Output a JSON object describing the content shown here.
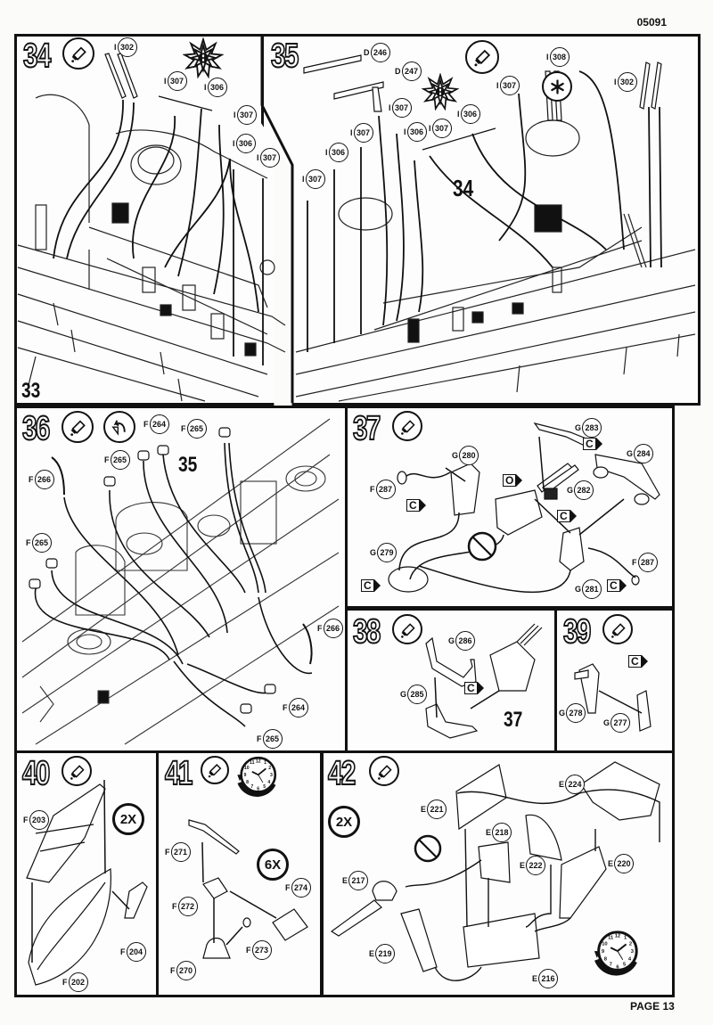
{
  "document": {
    "kit_code": "05091",
    "page_label": "PAGE 13"
  },
  "icons": {
    "glue": "glue-tube-icon",
    "no_glue": "no-glue-icon",
    "rotate": "rotate-arrow-icon",
    "clear_part": "clear-part-starburst-icon",
    "decal": "asterisk-icon",
    "clock": "drying-time-clock-icon"
  },
  "steps": [
    {
      "number": "34",
      "icons": [
        "glue"
      ],
      "callouts": [
        {
          "prefix": "I",
          "part": "302"
        },
        {
          "prefix": "I",
          "part": "307"
        },
        {
          "prefix": "I",
          "part": "306"
        },
        {
          "prefix": "I",
          "part": "307"
        },
        {
          "prefix": "I",
          "part": "306"
        },
        {
          "prefix": "I",
          "part": "307"
        }
      ],
      "reference": "33"
    },
    {
      "number": "35",
      "icons": [
        "glue",
        "decal"
      ],
      "callouts": [
        {
          "prefix": "D",
          "part": "246"
        },
        {
          "prefix": "D",
          "part": "247"
        },
        {
          "prefix": "I",
          "part": "308"
        },
        {
          "prefix": "I",
          "part": "302"
        },
        {
          "prefix": "I",
          "part": "307"
        },
        {
          "prefix": "I",
          "part": "307"
        },
        {
          "prefix": "I",
          "part": "306"
        },
        {
          "prefix": "I",
          "part": "307"
        },
        {
          "prefix": "I",
          "part": "306"
        },
        {
          "prefix": "I",
          "part": "307"
        },
        {
          "prefix": "I",
          "part": "306"
        },
        {
          "prefix": "I",
          "part": "307"
        }
      ],
      "reference": "34"
    },
    {
      "number": "36",
      "icons": [
        "glue",
        "rotate"
      ],
      "callouts": [
        {
          "prefix": "F",
          "part": "264"
        },
        {
          "prefix": "F",
          "part": "265"
        },
        {
          "prefix": "F",
          "part": "265"
        },
        {
          "prefix": "F",
          "part": "266"
        },
        {
          "prefix": "F",
          "part": "265"
        },
        {
          "prefix": "F",
          "part": "266"
        },
        {
          "prefix": "F",
          "part": "264"
        },
        {
          "prefix": "F",
          "part": "265"
        }
      ],
      "reference": "35"
    },
    {
      "number": "37",
      "icons": [
        "glue",
        "no_glue"
      ],
      "callouts": [
        {
          "prefix": "G",
          "part": "283"
        },
        {
          "prefix": "G",
          "part": "280"
        },
        {
          "prefix": "G",
          "part": "284"
        },
        {
          "prefix": "F",
          "part": "287"
        },
        {
          "prefix": "G",
          "part": "282"
        },
        {
          "prefix": "G",
          "part": "279"
        },
        {
          "prefix": "F",
          "part": "287"
        },
        {
          "prefix": "G",
          "part": "281"
        }
      ],
      "color_flags": [
        "C",
        "C",
        "O",
        "C",
        "C",
        "C",
        "C"
      ]
    },
    {
      "number": "38",
      "icons": [
        "glue"
      ],
      "callouts": [
        {
          "prefix": "G",
          "part": "286"
        },
        {
          "prefix": "G",
          "part": "285"
        }
      ],
      "color_flags": [
        "C"
      ],
      "reference": "37"
    },
    {
      "number": "39",
      "icons": [
        "glue"
      ],
      "callouts": [
        {
          "prefix": "G",
          "part": "278"
        },
        {
          "prefix": "G",
          "part": "277"
        }
      ],
      "color_flags": [
        "C"
      ]
    },
    {
      "number": "40",
      "icons": [
        "glue"
      ],
      "multiplier": "2X",
      "callouts": [
        {
          "prefix": "F",
          "part": "203"
        },
        {
          "prefix": "F",
          "part": "204"
        },
        {
          "prefix": "F",
          "part": "202"
        }
      ]
    },
    {
      "number": "41",
      "icons": [
        "glue",
        "clock"
      ],
      "multiplier": "6X",
      "callouts": [
        {
          "prefix": "F",
          "part": "271"
        },
        {
          "prefix": "F",
          "part": "274"
        },
        {
          "prefix": "F",
          "part": "272"
        },
        {
          "prefix": "F",
          "part": "273"
        },
        {
          "prefix": "F",
          "part": "270"
        }
      ]
    },
    {
      "number": "42",
      "icons": [
        "glue",
        "no_glue",
        "clock"
      ],
      "multiplier": "2X",
      "callouts": [
        {
          "prefix": "E",
          "part": "224"
        },
        {
          "prefix": "E",
          "part": "221"
        },
        {
          "prefix": "E",
          "part": "218"
        },
        {
          "prefix": "E",
          "part": "222"
        },
        {
          "prefix": "E",
          "part": "220"
        },
        {
          "prefix": "E",
          "part": "217"
        },
        {
          "prefix": "E",
          "part": "219"
        },
        {
          "prefix": "E",
          "part": "216"
        }
      ]
    }
  ]
}
